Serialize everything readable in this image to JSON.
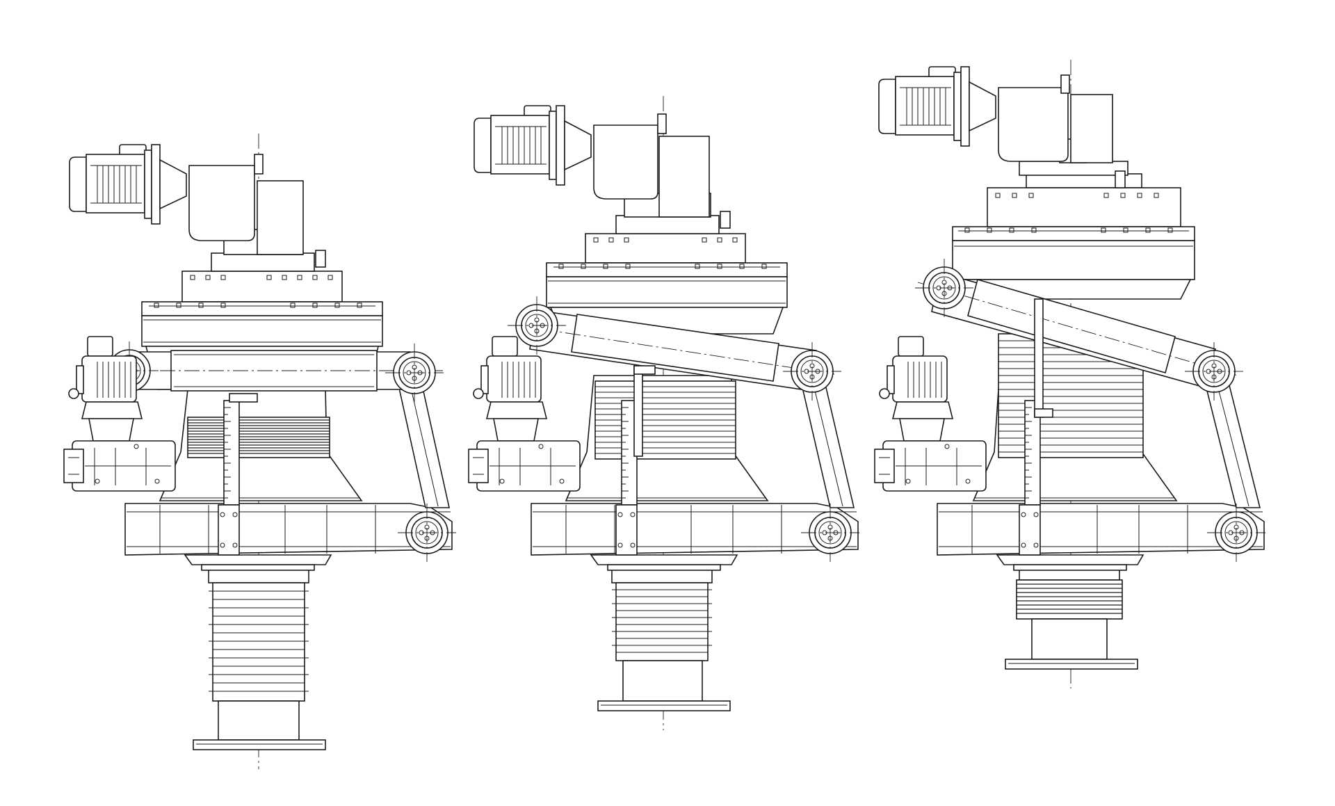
{
  "drawing": {
    "line_color": "#1a1a1a",
    "background": "#ffffff",
    "views": [
      {
        "id": "view-1",
        "state": "arm-horizontal",
        "lower-bellows": "extended"
      },
      {
        "id": "view-2",
        "state": "arm-tilted",
        "lower-bellows": "mid"
      },
      {
        "id": "view-3",
        "state": "arm-steep",
        "lower-bellows": "compressed"
      }
    ]
  }
}
